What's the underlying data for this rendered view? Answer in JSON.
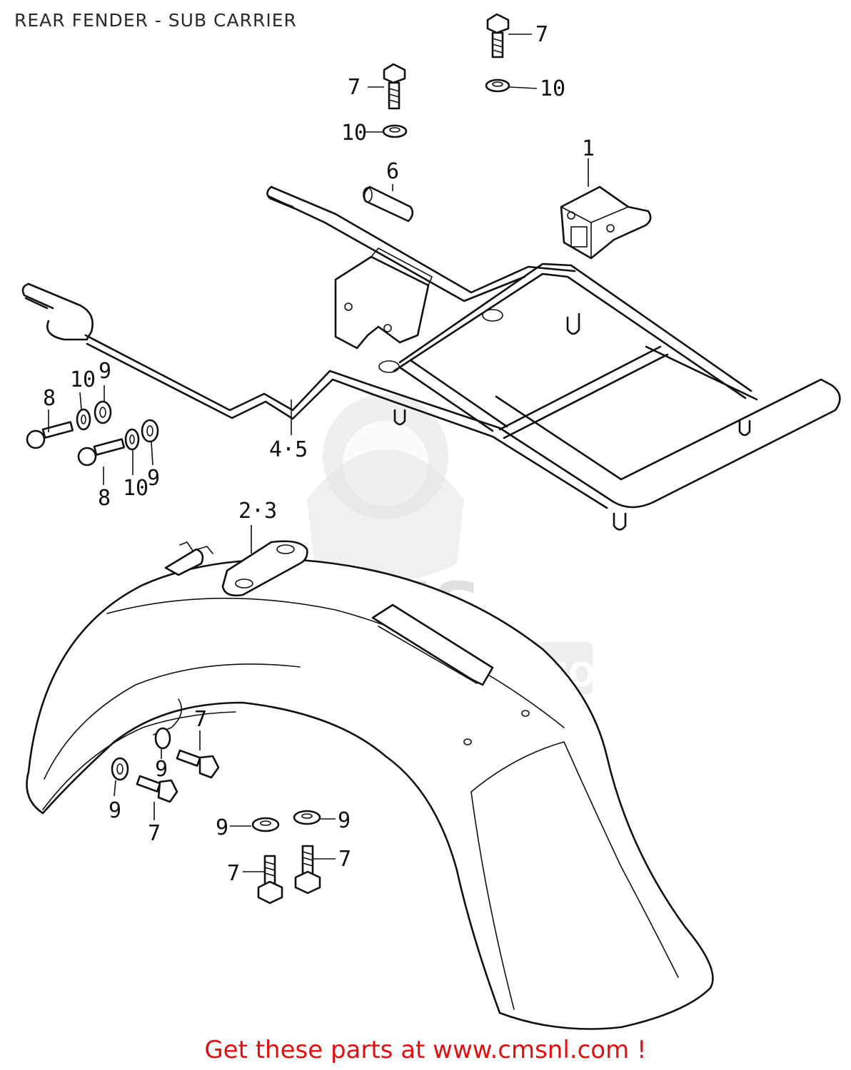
{
  "title": "REAR FENDER - SUB CARRIER",
  "footer": "Get these parts at www.cmsnl.com !",
  "watermark": {
    "brand": "CMS",
    "url": "WWW.CMSNL.COM"
  },
  "colors": {
    "line": "#111111",
    "footer": "#e01010",
    "watermark": "#e0e0e0",
    "background": "#ffffff"
  },
  "parts": [
    {
      "id": "p1",
      "label": "1",
      "name": "bracket"
    },
    {
      "id": "p23",
      "label": "2·3",
      "name": "rear-fender"
    },
    {
      "id": "p45",
      "label": "4·5",
      "name": "sub-carrier"
    },
    {
      "id": "p6",
      "label": "6",
      "name": "collar"
    },
    {
      "id": "p7a",
      "label": "7",
      "name": "bolt"
    },
    {
      "id": "p7b",
      "label": "7",
      "name": "bolt"
    },
    {
      "id": "p7c",
      "label": "7",
      "name": "bolt"
    },
    {
      "id": "p7d",
      "label": "7",
      "name": "bolt"
    },
    {
      "id": "p7e",
      "label": "7",
      "name": "bolt"
    },
    {
      "id": "p7f",
      "label": "7",
      "name": "bolt"
    },
    {
      "id": "p8a",
      "label": "8",
      "name": "screw"
    },
    {
      "id": "p8b",
      "label": "8",
      "name": "screw"
    },
    {
      "id": "p9a",
      "label": "9",
      "name": "washer"
    },
    {
      "id": "p9b",
      "label": "9",
      "name": "washer"
    },
    {
      "id": "p9c",
      "label": "9",
      "name": "washer"
    },
    {
      "id": "p9d",
      "label": "9",
      "name": "washer"
    },
    {
      "id": "p9e",
      "label": "9",
      "name": "washer"
    },
    {
      "id": "p9f",
      "label": "9",
      "name": "washer"
    },
    {
      "id": "p10a",
      "label": "10",
      "name": "lock-washer"
    },
    {
      "id": "p10b",
      "label": "10",
      "name": "lock-washer"
    },
    {
      "id": "p10c",
      "label": "10",
      "name": "lock-washer"
    },
    {
      "id": "p10d",
      "label": "10",
      "name": "lock-washer"
    }
  ]
}
